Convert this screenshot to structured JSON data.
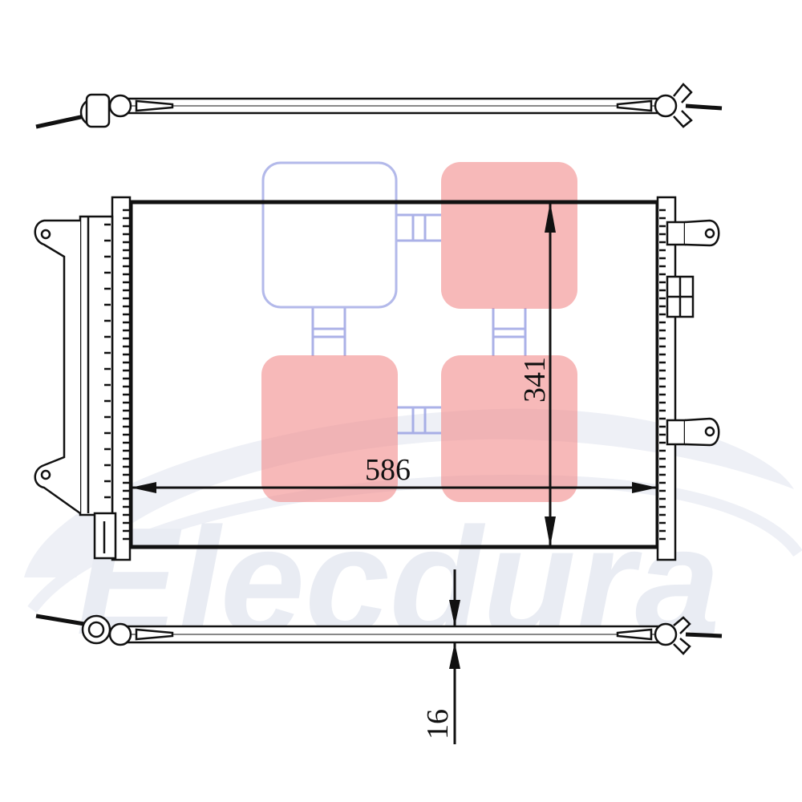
{
  "watermark": {
    "brand_text": "Elecdura",
    "logo_pink": "#f28b8b",
    "logo_blue": "#8f98e0",
    "text_color": "#e9ecf3"
  },
  "dimensions": {
    "width_label": "586",
    "height_label": "341",
    "thickness_label": "16"
  },
  "colors": {
    "line": "#111111"
  }
}
